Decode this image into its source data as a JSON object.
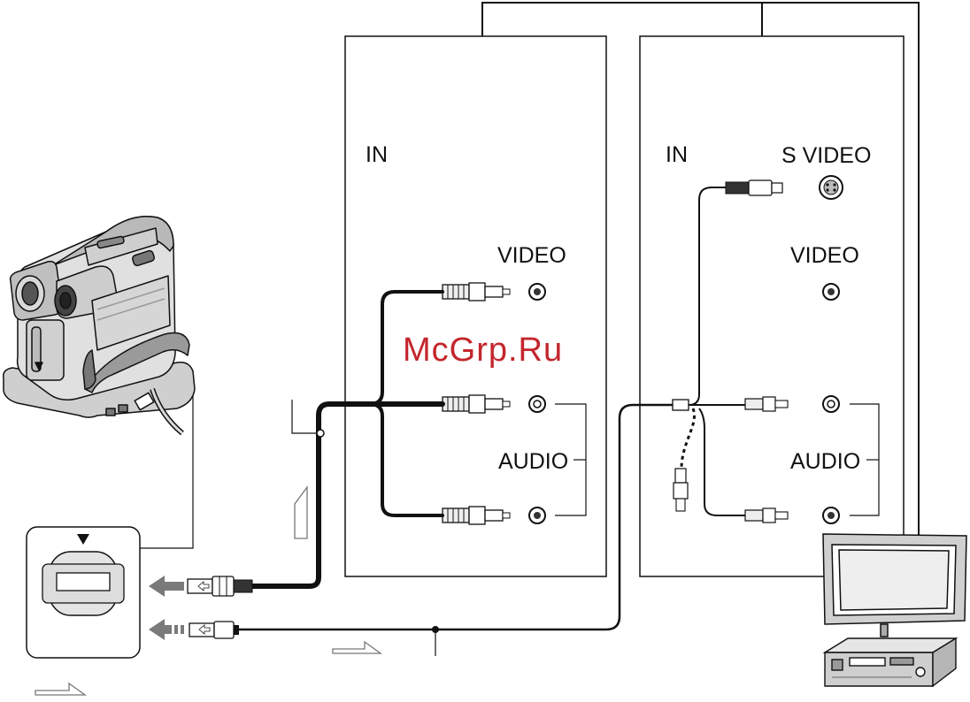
{
  "panel_left": {
    "in_label": "IN",
    "video_label": "VIDEO",
    "audio_label": "AUDIO"
  },
  "panel_right": {
    "in_label": "IN",
    "svideo_label": "S VIDEO",
    "video_label": "VIDEO",
    "audio_label": "AUDIO"
  },
  "watermark": "McGrp.Ru",
  "colors": {
    "line": "#111111",
    "device_fill": "#d8d8d8",
    "device_dark": "#8c8c8c",
    "arrow_gray": "#7a7a7a",
    "watermark": "#c3262c"
  },
  "icons": {
    "camcorder": "camcorder-icon",
    "av_jack": "av-jack-icon",
    "tv": "tv-icon",
    "vcr": "vcr-icon",
    "signal_flow_arrow": "signal-flow-arrow-icon"
  }
}
